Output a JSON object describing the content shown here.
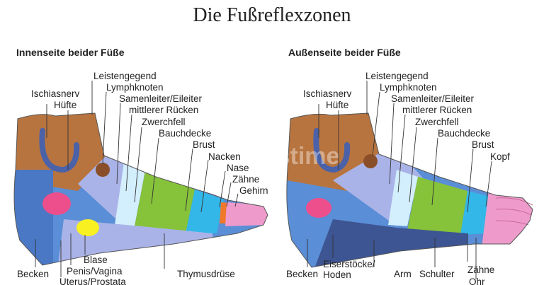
{
  "title": "Die Fußreflexzonen",
  "watermark": "dreamstime",
  "colors": {
    "ankle": "#b8743f",
    "heel": "#4a78c4",
    "blue_main": "#5a8ed6",
    "lavender": "#aab3e8",
    "green": "#86c23a",
    "cyan": "#33b7e8",
    "light_cyan": "#d3eefc",
    "pink": "#f08cb4",
    "orange": "#f0782a",
    "yellow": "#f8f020",
    "light_pink": "#ee9bcc",
    "dark_navy": "#3d5592"
  },
  "panels": [
    {
      "heading": "Innenseite beider Füße",
      "labels": [
        "Leistengegend",
        "Lymphknoten",
        "Ischiasnerv",
        "Hüfte",
        "Samenleiter/Eileiter",
        "mittlerer Rücken",
        "Zwerchfell",
        "Bauchdecke",
        "Brust",
        "Nacken",
        "Nase",
        "Zähne",
        "Gehirn",
        "Blase",
        "Penis/Vagina",
        "Uterus/Prostata",
        "Becken",
        "Thymusdrüse"
      ]
    },
    {
      "heading": "Außenseite beider Füße",
      "labels": [
        "Leistengegend",
        "Lymphknoten",
        "Ischiasnerv",
        "Hüfte",
        "Samenleiter/Eileiter",
        "mittlerer Rücken",
        "Zwerchfell",
        "Bauchdecke",
        "Brust",
        "Kopf",
        "Becken",
        "Eiserstöcke/",
        "Hoden",
        "Arm",
        "Schulter",
        "Zähne",
        "Ohr"
      ]
    }
  ]
}
